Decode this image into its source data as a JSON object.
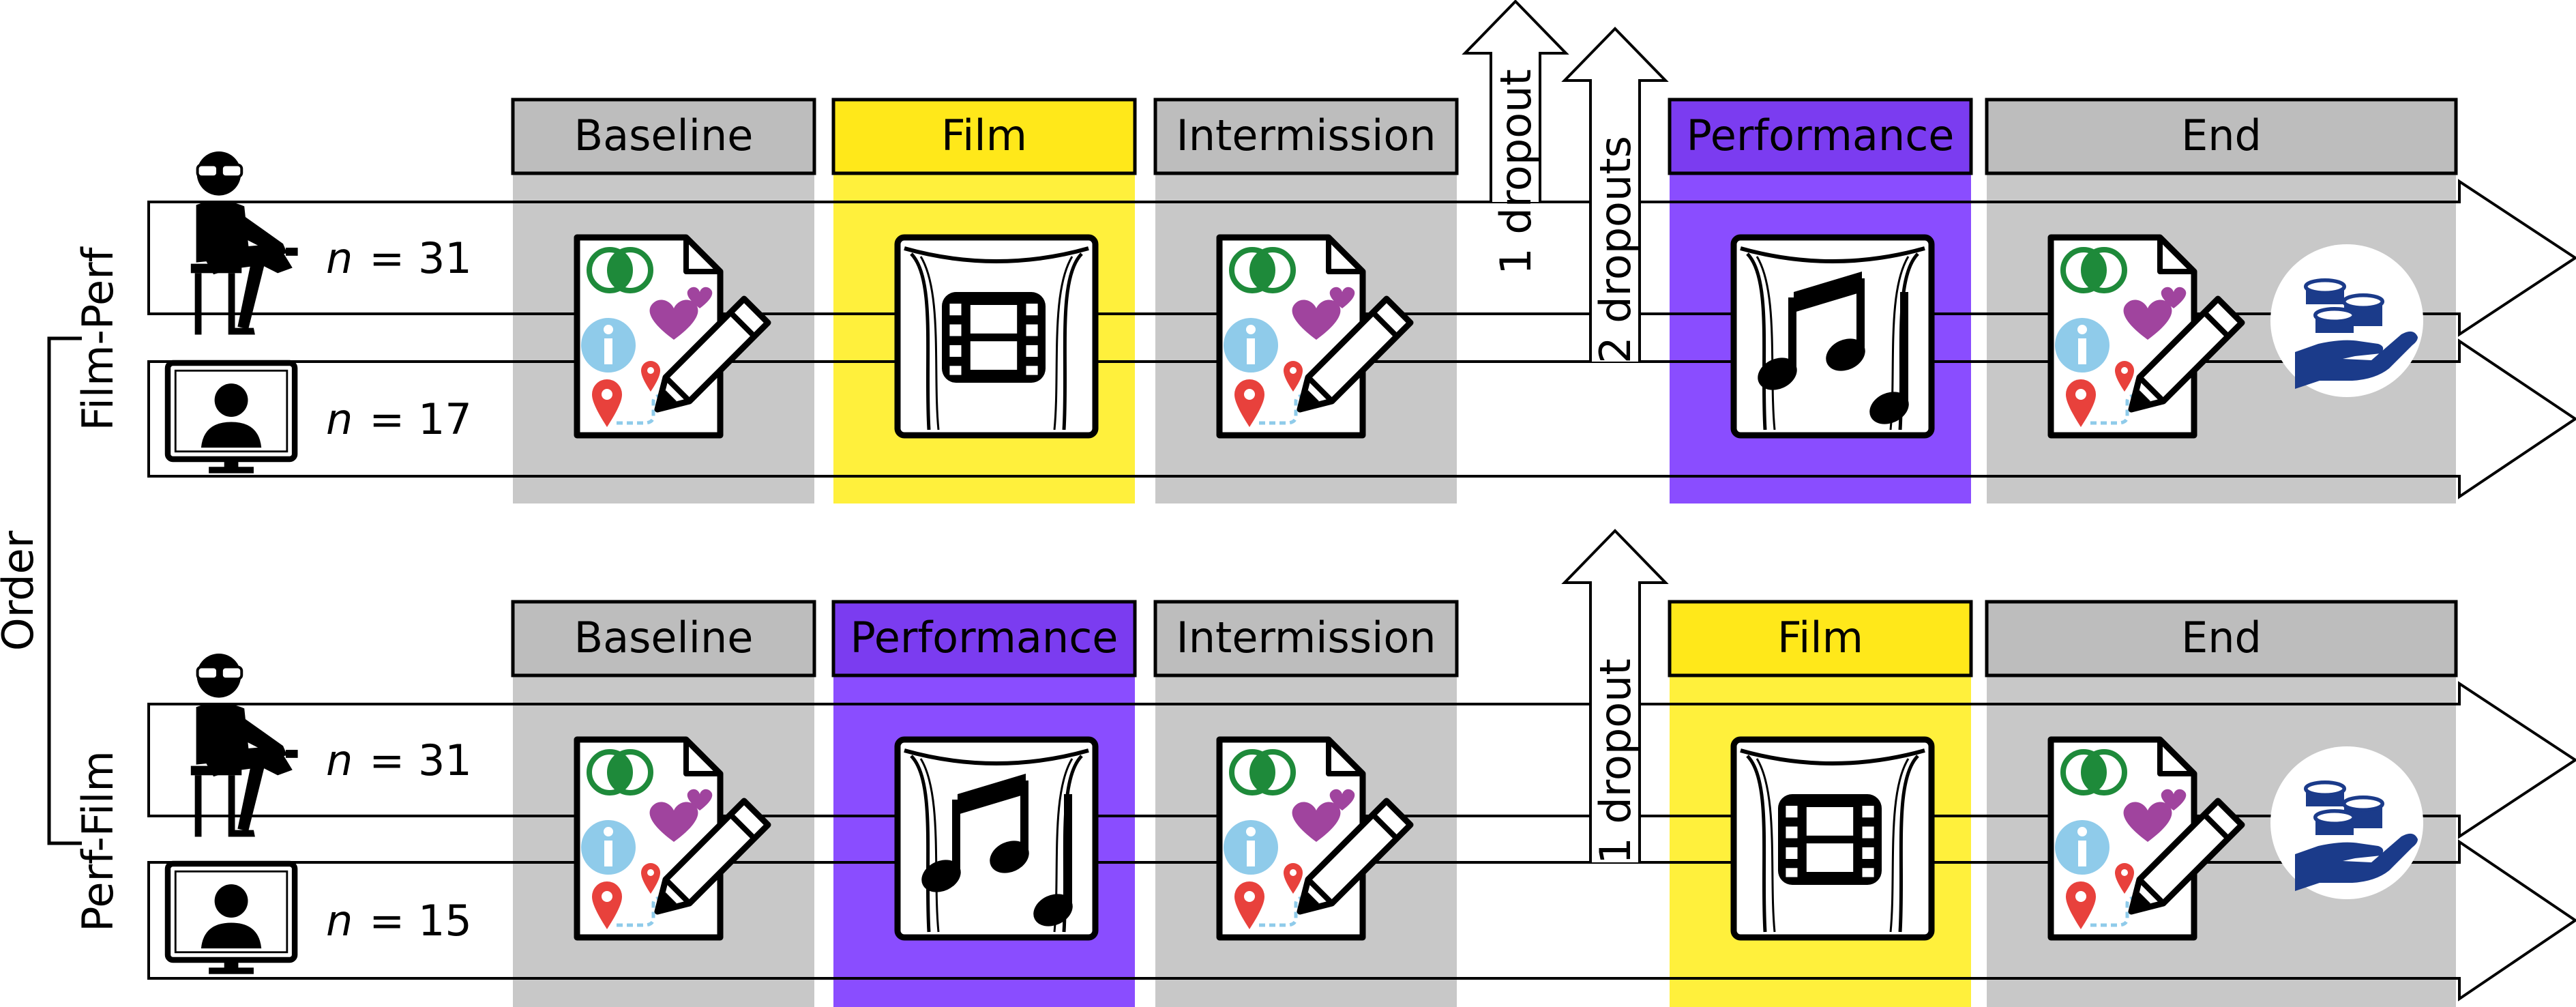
{
  "order_label": "Order",
  "groups": [
    {
      "id": "film-perf",
      "name": "Film-Perf",
      "rows": [
        {
          "mode": "in-person",
          "n_symbol": "n",
          "n_value": "= 31"
        },
        {
          "mode": "online",
          "n_symbol": "n",
          "n_value": "= 17"
        }
      ],
      "phases": [
        {
          "label": "Baseline",
          "kind": "survey",
          "color": "#bdbdbd"
        },
        {
          "label": "Film",
          "kind": "film",
          "color": "#ffe81a"
        },
        {
          "label": "Intermission",
          "kind": "survey",
          "color": "#bdbdbd"
        },
        {
          "label": "Performance",
          "kind": "performance",
          "color": "#7b3cf0"
        },
        {
          "label": "End",
          "kind": "survey-reward",
          "color": "#bdbdbd"
        }
      ],
      "dropouts": [
        "1 dropout",
        "2 dropouts"
      ]
    },
    {
      "id": "perf-film",
      "name": "Perf-Film",
      "rows": [
        {
          "mode": "in-person",
          "n_symbol": "n",
          "n_value": "= 31"
        },
        {
          "mode": "online",
          "n_symbol": "n",
          "n_value": "= 15"
        }
      ],
      "phases": [
        {
          "label": "Baseline",
          "kind": "survey",
          "color": "#bdbdbd"
        },
        {
          "label": "Performance",
          "kind": "performance",
          "color": "#7b3cf0"
        },
        {
          "label": "Intermission",
          "kind": "survey",
          "color": "#bdbdbd"
        },
        {
          "label": "Film",
          "kind": "film",
          "color": "#ffe81a"
        },
        {
          "label": "End",
          "kind": "survey-reward",
          "color": "#bdbdbd"
        }
      ],
      "dropouts": [
        "1 dropout"
      ]
    }
  ],
  "colors": {
    "gray_column": "#c8c8c8",
    "gray_header": "#bdbdbd",
    "film_column": "#fff03c",
    "film_header": "#ffe81a",
    "performance_column": "#8a4dff",
    "performance_header": "#7b3cf0",
    "reward_hand": "#1b3b8a",
    "icon_venn": "#1e8a3a",
    "icon_info": "#8fcbea",
    "icon_heart": "#a0449e",
    "icon_pin": "#e8413c"
  }
}
